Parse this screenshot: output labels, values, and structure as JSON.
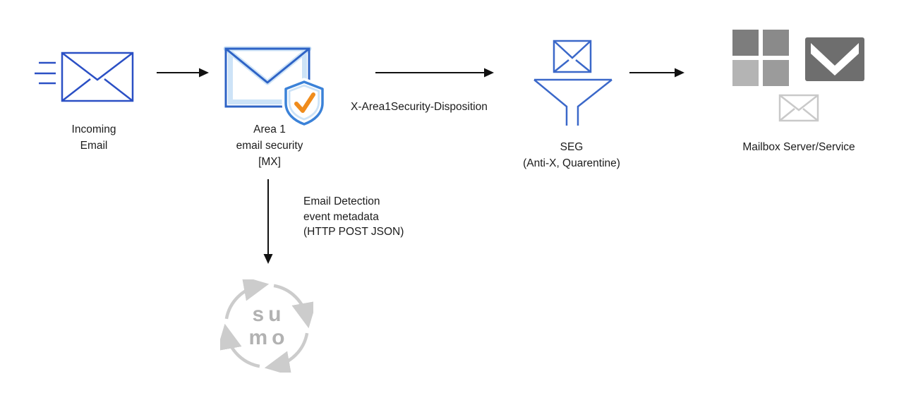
{
  "nodes": {
    "incoming_email": {
      "label": [
        "Incoming",
        "Email"
      ]
    },
    "area1": {
      "label": [
        "Area 1",
        "email security",
        "[MX]"
      ]
    },
    "seg": {
      "label": [
        "SEG",
        "(Anti-X, Quarentine)"
      ]
    },
    "mailbox": {
      "label": "Mailbox Server/Service"
    },
    "sumo_logic": {
      "wordmark": [
        "su",
        "mo"
      ]
    }
  },
  "edges": {
    "disposition": {
      "label": "X-Area1Security-Disposition"
    },
    "detection": {
      "label": [
        "Email Detection",
        "event metadata",
        "(HTTP POST JSON)"
      ]
    }
  },
  "icons": {
    "incoming_email": "envelope-with-motion-lines",
    "area1": "envelope-with-shield-check",
    "seg": "envelope-into-funnel",
    "mailbox_microsoft": "microsoft-squares-logo",
    "mailbox_gmail": "gmail-envelope-logo",
    "mailbox_envelope": "small-envelope-outline",
    "sumo": "sumo-logic-circular-arrows-logo"
  },
  "colors": {
    "envelope_blue": "#2b50c5",
    "area1_blue": "#2e63c6",
    "area1_light_blue": "#cde3f7",
    "shield_blue": "#3b82d8",
    "check_orange": "#f08c1c",
    "funnel_blue": "#3b68c9",
    "arrow_black": "#111111",
    "ms_gray_top_left": "#7d7d7d",
    "ms_gray_top_right": "#8a8a8a",
    "ms_gray_bottom_left": "#b4b4b4",
    "ms_gray_bottom_right": "#9b9b9b",
    "gmail_gray": "#6e6e6e",
    "small_envelope_gray": "#c9c9c9",
    "sumo_gray": "#cccccc",
    "sumo_text_gray": "#b2b2b2",
    "text": "#1c1c1c"
  }
}
